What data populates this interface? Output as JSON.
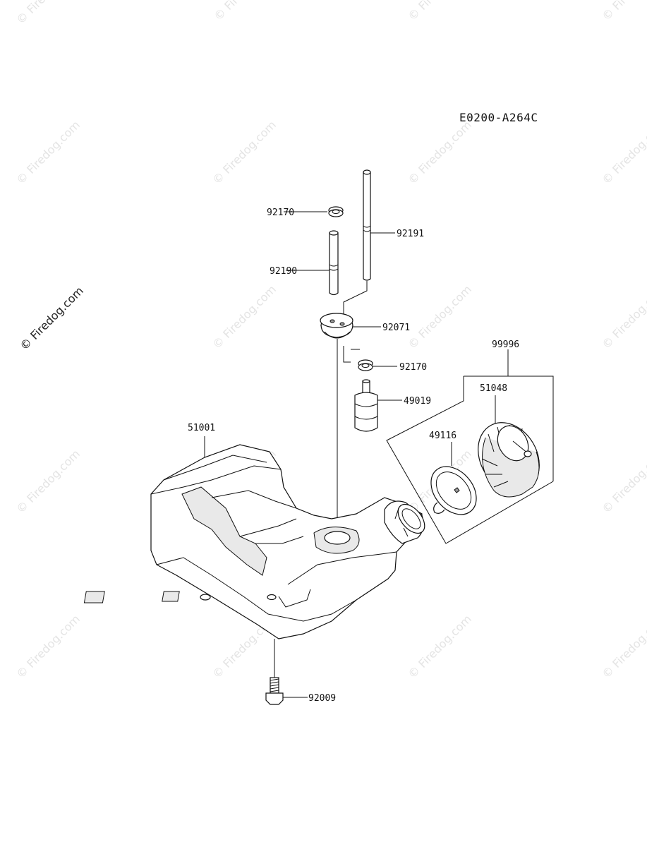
{
  "diagram_code": "E0200-A264C",
  "watermark_text": "© Firedog.com",
  "parts": [
    {
      "id": "92170a",
      "number": "92170"
    },
    {
      "id": "92191",
      "number": "92191"
    },
    {
      "id": "92190",
      "number": "92190"
    },
    {
      "id": "92071",
      "number": "92071"
    },
    {
      "id": "92170b",
      "number": "92170"
    },
    {
      "id": "99996",
      "number": "99996"
    },
    {
      "id": "51048",
      "number": "51048"
    },
    {
      "id": "49019",
      "number": "49019"
    },
    {
      "id": "51001",
      "number": "51001"
    },
    {
      "id": "49116",
      "number": "49116"
    },
    {
      "id": "92009",
      "number": "92009"
    }
  ],
  "colors": {
    "line": "#111111",
    "watermark": "#e4e4e4",
    "background": "#ffffff"
  }
}
